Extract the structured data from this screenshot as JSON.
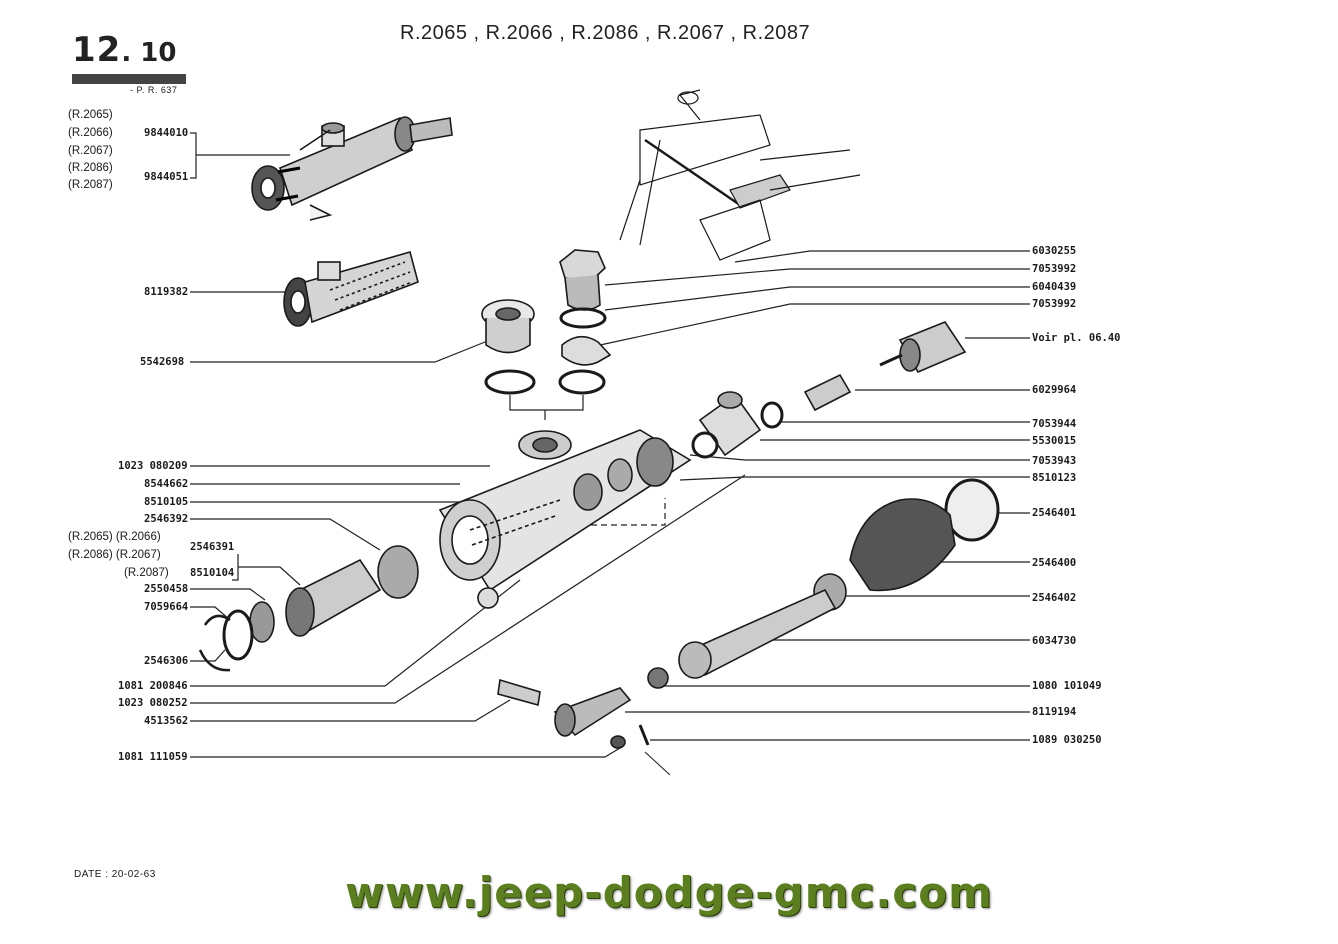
{
  "header": {
    "plate_major": "12",
    "plate_minor": ". 10",
    "plate_ref": "- P. R. 637",
    "models": "R.2065 , R.2066 , R.2086 , R.2067 , R.2087"
  },
  "footer": {
    "date": "DATE : 20-02-63",
    "website": "www.jeep-dodge-gmc.com"
  },
  "left_labels": {
    "model_r2065": "(R.2065)",
    "model_r2066": "(R.2066)",
    "model_r2067": "(R.2067)",
    "model_r2086": "(R.2086)",
    "model_r2087": "(R.2087)",
    "part_9844010": "9844010",
    "part_9844051": "9844051",
    "part_8119382": "8119382",
    "part_5542698": "5542698",
    "part_1023080209": "1023 080209",
    "part_8544662": "8544662",
    "part_8510105": "8510105",
    "part_2546392": "2546392",
    "model_pair_a": "(R.2065) (R.2066)",
    "model_pair_b": "(R.2086) (R.2067)",
    "model_single_c": "(R.2087)",
    "part_2546391": "2546391",
    "part_8510104": "8510104",
    "part_2550458": "2550458",
    "part_7059664": "7059664",
    "part_2546306": "2546306",
    "part_1081200846": "1081 200846",
    "part_1023080252": "1023 080252",
    "part_4513562": "4513562",
    "part_1081111059": "1081 111059"
  },
  "right_labels": {
    "part_6030255": "6030255",
    "part_7053992a": "7053992",
    "part_6040439": "6040439",
    "part_7053992b": "7053992",
    "voir": "Voir pl. 06.40",
    "part_6029964": "6029964",
    "part_7053944": "7053944",
    "part_5530015": "5530015",
    "part_7053943": "7053943",
    "part_8510123": "8510123",
    "part_2546401": "2546401",
    "part_2546400": "2546400",
    "part_2546402": "2546402",
    "part_6034730": "6034730",
    "part_1080101049": "1080 101049",
    "part_8119194": "8119194",
    "part_1089030250": "1089 030250"
  }
}
